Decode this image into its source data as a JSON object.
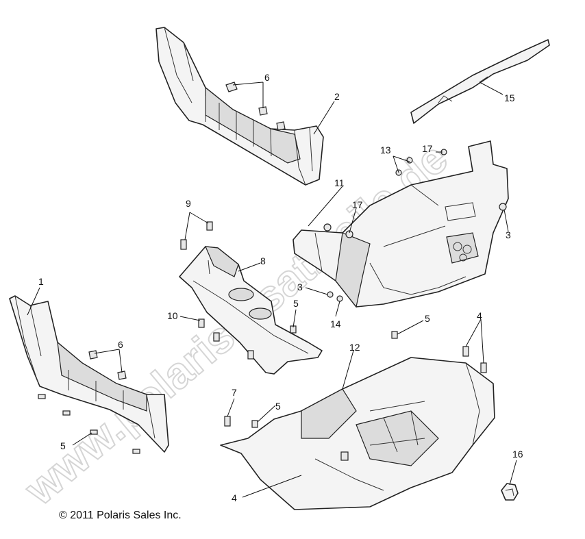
{
  "watermark": "www.polarisersatzteile.de",
  "copyright": "© 2011 Polaris Sales Inc.",
  "callouts": {
    "c1": "1",
    "c2": "2",
    "c3a": "3",
    "c3b": "3",
    "c4a": "4",
    "c4b": "4",
    "c5a": "5",
    "c5b": "5",
    "c5c": "5",
    "c5d": "5",
    "c6a": "6",
    "c6b": "6",
    "c7": "7",
    "c8": "8",
    "c9": "9",
    "c10": "10",
    "c11": "11",
    "c12": "12",
    "c13": "13",
    "c14": "14",
    "c15": "15",
    "c16": "16",
    "c17a": "17",
    "c17b": "17"
  }
}
